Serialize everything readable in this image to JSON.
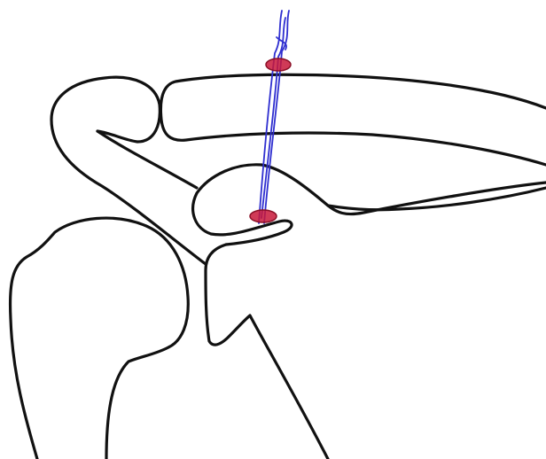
{
  "colors": {
    "background": "#ffffff",
    "bone_outline": "#111111",
    "suture": "#2f2fd0",
    "button_fill": "#c8183a",
    "button_edge": "#8a0f26"
  },
  "elements": {
    "humeral_head": "humeral-head-outline",
    "humerus_shaft": "humerus-shaft",
    "coracoid": "coracoid-process",
    "clavicle": "clavicle",
    "acromion": "acromion",
    "scapula": "scapula-body",
    "fixation": "suture-button-construct"
  }
}
